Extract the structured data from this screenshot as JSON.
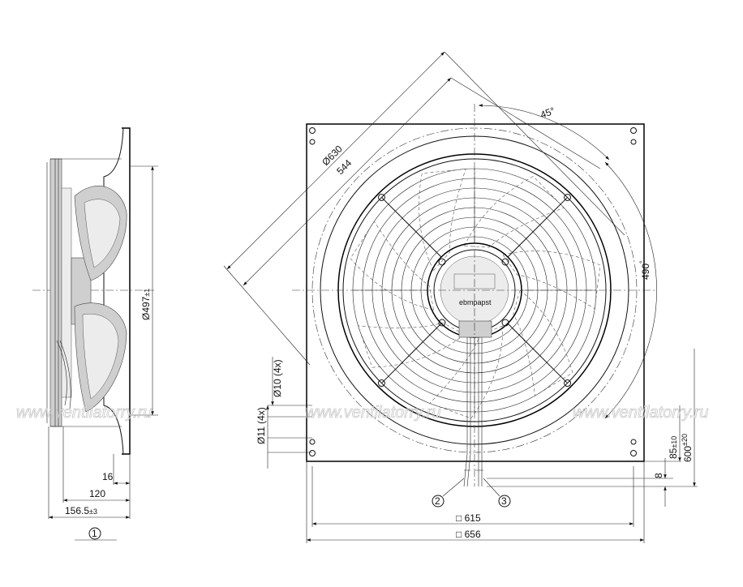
{
  "drawing": {
    "watermark": "www.ventilatorry.ru",
    "side_view": {
      "dim_diameter": "Ø497",
      "dim_diameter_tol": "±1",
      "dim_16": "16",
      "dim_120": "120",
      "dim_156": "156.5",
      "dim_156_tol": "±3",
      "callout_1": "1"
    },
    "front_view": {
      "dim_d630": "Ø630",
      "dim_544": "544",
      "dim_angle": "45°",
      "dim_490": "490",
      "dim_490_sup": "°",
      "dim_d10": "Ø10 (4x)",
      "dim_d11": "Ø11 (4x)",
      "dim_615": "615",
      "dim_656": "656",
      "dim_600": "600",
      "dim_600_tol": "±20",
      "dim_85": "85",
      "dim_85_tol": "±10",
      "dim_8": "8",
      "callout_2": "2",
      "callout_3": "3",
      "label_brand": "ebmpapst"
    }
  }
}
